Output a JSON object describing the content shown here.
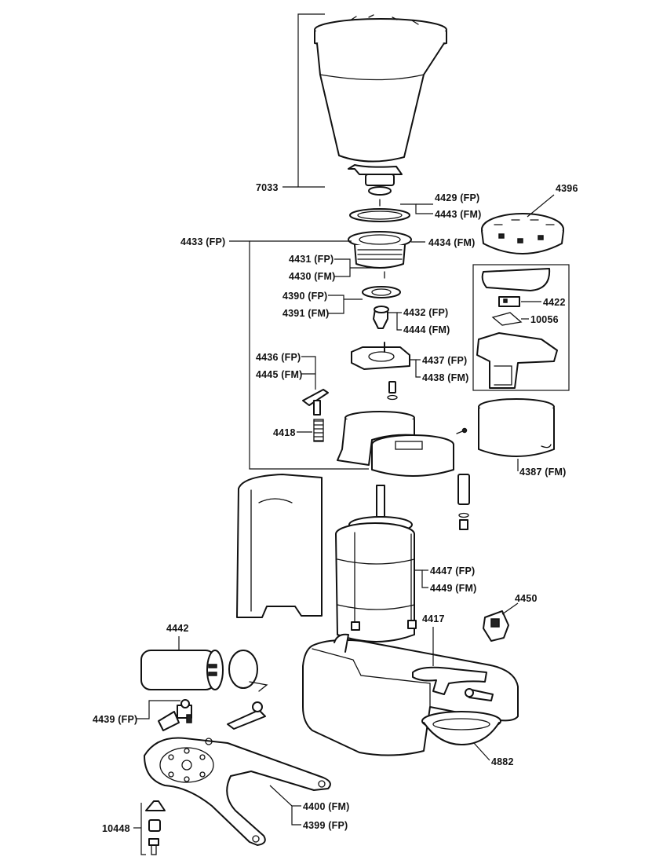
{
  "labels": {
    "l7033": "7033",
    "l4429fp": "4429 (FP)",
    "l4443fm": "4443 (FM)",
    "l4396": "4396",
    "l4433fp": "4433 (FP)",
    "l4434fm": "4434 (FM)",
    "l4431fp": "4431 (FP)",
    "l4430fm": "4430 (FM)",
    "l4390fp": "4390 (FP)",
    "l4391fm": "4391 (FM)",
    "l4432fp": "4432 (FP)",
    "l4444fm": "4444 (FM)",
    "l4422": "4422",
    "l10056": "10056",
    "l4436fp": "4436 (FP)",
    "l4445fm": "4445 (FM)",
    "l4437fp": "4437 (FP)",
    "l4438fm": "4438 (FM)",
    "l4418": "4418",
    "l4387fm": "4387 (FM)",
    "l4447fp": "4447 (FP)",
    "l4449fm": "4449 (FM)",
    "l4450": "4450",
    "l4442": "4442",
    "l4417": "4417",
    "l4439fp": "4439 (FP)",
    "l4882": "4882",
    "l4400fm": "4400 (FM)",
    "l4399fp": "4399 (FP)",
    "l10448": "10448"
  }
}
